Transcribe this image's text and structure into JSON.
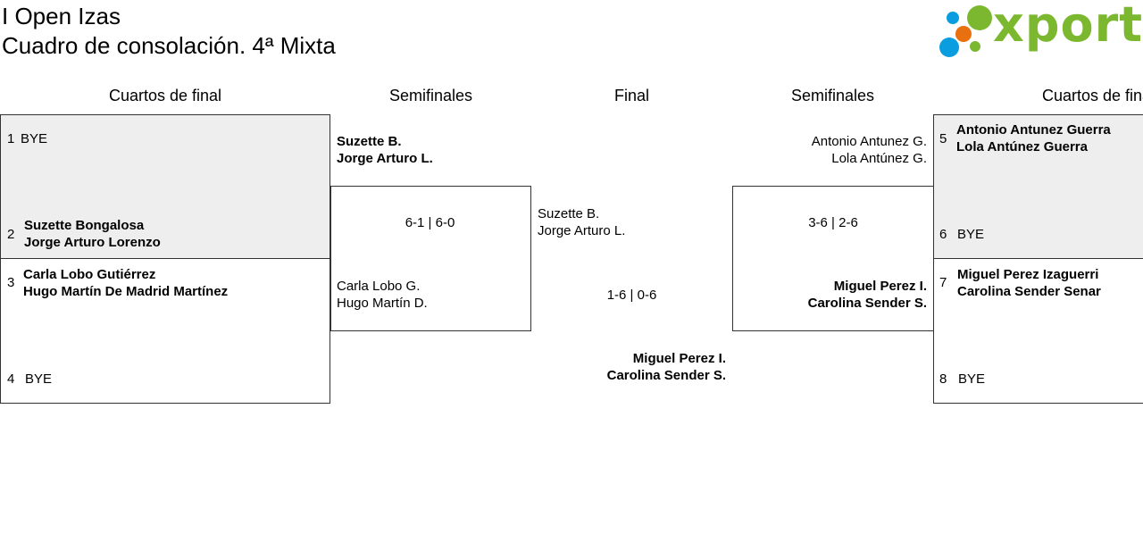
{
  "header": {
    "title_line1": "I Open Izas",
    "title_line2": "Cuadro de consolación. 4ª Mixta",
    "logo_text": "xporty"
  },
  "colors": {
    "logo_green": "#7cb82f",
    "logo_blue": "#0a9de0",
    "logo_orange": "#e8700f",
    "bye_background": "#eeeeee"
  },
  "columns": {
    "left_quarters": "Cuartos de final",
    "left_semis": "Semifinales",
    "final": "Final",
    "right_semis": "Semifinales",
    "right_quarters": "Cuartos de final"
  },
  "left_quarters": [
    {
      "seed": "1",
      "line1": "BYE",
      "line2": ""
    },
    {
      "seed": "2",
      "line1": "Suzette Bongalosa",
      "line2": "Jorge Arturo Lorenzo"
    },
    {
      "seed": "3",
      "line1": "Carla Lobo Gutiérrez",
      "line2": "Hugo Martín De Madrid Martínez"
    },
    {
      "seed": "4",
      "line1": "BYE",
      "line2": ""
    }
  ],
  "right_quarters": [
    {
      "seed": "5",
      "line1": "Antonio Antunez Guerra",
      "line2": "Lola Antúnez Guerra"
    },
    {
      "seed": "6",
      "line1": "BYE",
      "line2": ""
    },
    {
      "seed": "7",
      "line1": "Miguel Perez Izaguerri",
      "line2": "Carolina Sender Senar"
    },
    {
      "seed": "8",
      "line1": "BYE",
      "line2": ""
    }
  ],
  "left_semis": {
    "top": {
      "line1": "Suzette B.",
      "line2": "Jorge Arturo L."
    },
    "score": "6-1 | 6-0",
    "bottom": {
      "line1": "Carla Lobo G.",
      "line2": "Hugo Martín D."
    }
  },
  "right_semis": {
    "top": {
      "line1": "Antonio Antunez G.",
      "line2": "Lola Antúnez G."
    },
    "score": "3-6 | 2-6",
    "bottom": {
      "line1": "Miguel Perez I.",
      "line2": "Carolina Sender S."
    }
  },
  "final": {
    "top": {
      "line1": "Suzette B.",
      "line2": "Jorge Arturo L."
    },
    "score": "1-6 | 0-6",
    "winner": {
      "line1": "Miguel Perez I.",
      "line2": "Carolina Sender S."
    }
  }
}
